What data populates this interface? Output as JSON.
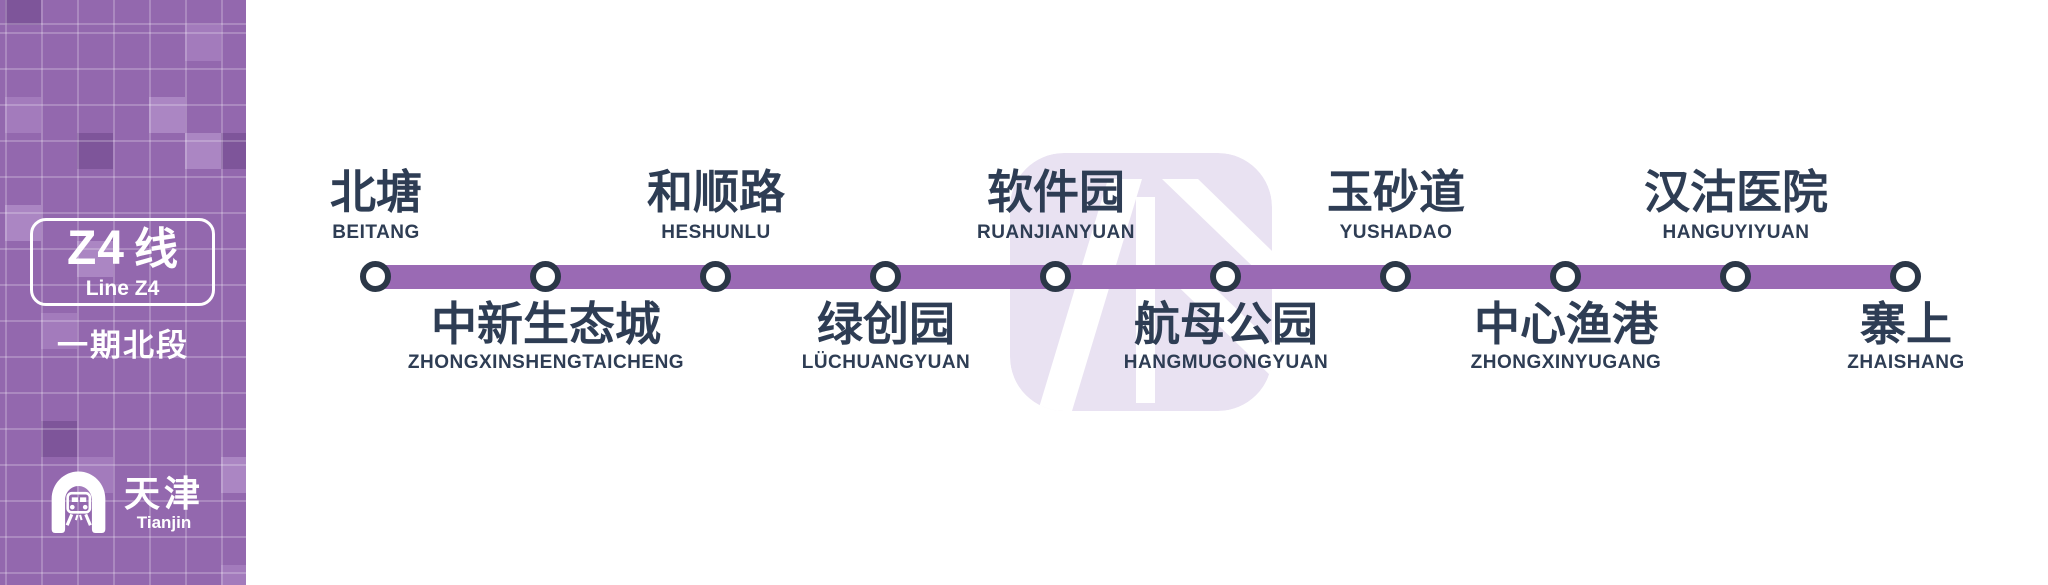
{
  "colors": {
    "background": "#ffffff",
    "line": "#9a6ab4",
    "sidebar_base": "#9368ae",
    "sidebar_tile_light": "#a37bbc",
    "sidebar_tile_lighter": "#ab86c3",
    "sidebar_tile_dark": "#7e559a",
    "sidebar_grid": "rgba(255,255,255,0.22)",
    "station_ring": "#2b3747",
    "station_text": "#2e3d54",
    "watermark": "#e9e2f2"
  },
  "sidebar": {
    "badge": {
      "line_code": "Z4",
      "line_suffix_cn": "线",
      "line_en": "Line Z4"
    },
    "phase_label": "一期北段",
    "brand": {
      "logo_icon": "tianjin-metro-arch-train-logo",
      "city_cn": "天津",
      "city_en": "Tianjin"
    }
  },
  "watermark": {
    "icon": "tianjin-metro-logo-watermark"
  },
  "route": {
    "stations": [
      {
        "name_cn": "北塘",
        "name_en": "BEITANG",
        "label_position": "above"
      },
      {
        "name_cn": "中新生态城",
        "name_en": "ZHONGXINSHENGTAICHENG",
        "label_position": "below"
      },
      {
        "name_cn": "和顺路",
        "name_en": "HESHUNLU",
        "label_position": "above"
      },
      {
        "name_cn": "绿创园",
        "name_en": "LÜCHUANGYUAN",
        "label_position": "below"
      },
      {
        "name_cn": "软件园",
        "name_en": "RUANJIANYUAN",
        "label_position": "above"
      },
      {
        "name_cn": "航母公园",
        "name_en": "HANGMUGONGYUAN",
        "label_position": "below"
      },
      {
        "name_cn": "玉砂道",
        "name_en": "YUSHADAO",
        "label_position": "above"
      },
      {
        "name_cn": "中心渔港",
        "name_en": "ZHONGXINYUGANG",
        "label_position": "below"
      },
      {
        "name_cn": "汉沽医院",
        "name_en": "HANGUYIYUAN",
        "label_position": "above"
      },
      {
        "name_cn": "寨上",
        "name_en": "ZHAISHANG",
        "label_position": "below"
      }
    ]
  }
}
